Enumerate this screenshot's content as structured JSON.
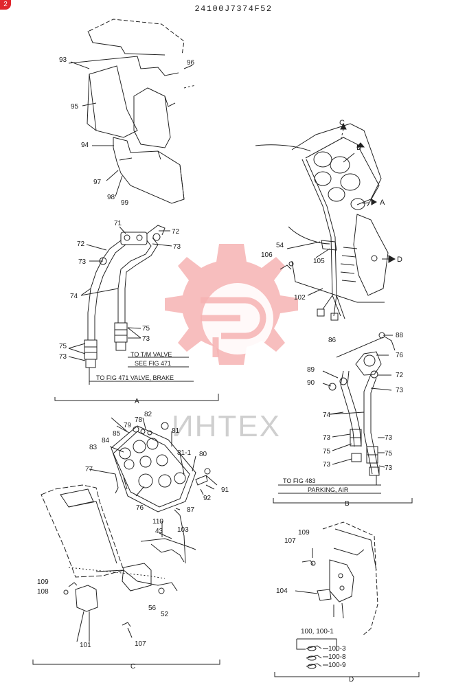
{
  "header": {
    "part_number": "24100J7374F52",
    "corner_badge": "2"
  },
  "watermark": {
    "text": "ИНТЕХ",
    "color": "#f4a8a8"
  },
  "sections": {
    "A": {
      "letter": "A",
      "note_tm_valve": "TO T/M VALVE",
      "note_see_fig": "SEE FIG 471",
      "note_fig_471": "TO FIG 471 VALVE, BRAKE"
    },
    "B": {
      "letter": "B",
      "note_fig_483": "TO FIG 483",
      "note_parking": "PARKING, AIR"
    },
    "C": {
      "letter": "C"
    },
    "D": {
      "letter": "D"
    }
  },
  "view_markers": {
    "C": "C",
    "B": "B",
    "A": "A",
    "D": "D"
  },
  "labels": {
    "l93": "93",
    "l96": "96",
    "l95": "95",
    "l94": "94",
    "l97": "97",
    "l98": "98",
    "l99": "99",
    "l71": "71",
    "l72a": "72",
    "l72b": "72",
    "l73a": "73",
    "l73b": "73",
    "l74": "74",
    "l75a": "75",
    "l73c": "73",
    "l75b": "75",
    "l73d": "73",
    "l54": "54",
    "l106": "106",
    "l105": "105",
    "l102": "102",
    "l86": "86",
    "l88": "88",
    "l76b": "76",
    "l89": "89",
    "l90": "90",
    "l72c": "72",
    "l73e": "73",
    "l74b": "74",
    "l73f": "73",
    "l73g": "73",
    "l75c": "75",
    "l75d": "75",
    "l73h": "73",
    "l73i": "73",
    "l82": "82",
    "l78": "78",
    "l79": "79",
    "l85": "85",
    "l84": "84",
    "l81": "81",
    "l811": "81-1",
    "l83": "83",
    "l80": "80",
    "l77": "77",
    "l91": "91",
    "l92": "92",
    "l76": "76",
    "l87": "87",
    "l110": "110",
    "l43": "43",
    "l103": "103",
    "l109": "109",
    "l108": "108",
    "l56": "56",
    "l52": "52",
    "l101": "101",
    "l107": "107",
    "l109d": "109",
    "l107d": "107",
    "l104": "104",
    "l100": "100, 100-1",
    "l1003": "100-3",
    "l1008": "100-8",
    "l1009": "100-9"
  }
}
